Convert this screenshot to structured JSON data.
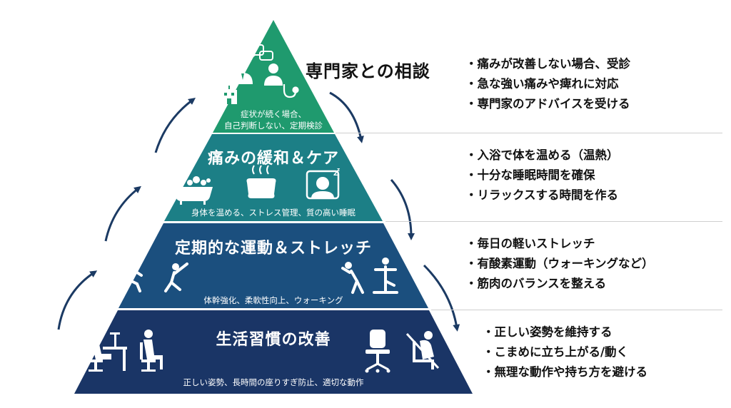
{
  "levels": [
    {
      "id": "consult",
      "title": "専門家との相談",
      "subtitle_lines": [
        "症状が続く場合、",
        "自己判断しない、定期検診"
      ],
      "bullets": [
        "痛みが改善しない場合、受診",
        "急な強い痛みや痺れに対応",
        "専門家のアドバイスを受ける"
      ],
      "color": "#1f9a6e"
    },
    {
      "id": "relief",
      "title": "痛みの緩和＆ケア",
      "subtitle": "身体を温める、ストレス管理、質の高い睡眠",
      "bullets": [
        "入浴で体を温める（温熱）",
        "十分な睡眠時間を確保",
        "リラックスする時間を作る"
      ],
      "color": "#1c7f86"
    },
    {
      "id": "exercise",
      "title": "定期的な運動＆ストレッチ",
      "subtitle": "体幹強化、柔軟性向上、ウォーキング",
      "bullets": [
        "毎日の軽いストレッチ",
        "有酸素運動（ウォーキングなど）",
        "筋肉のバランスを整える"
      ],
      "color": "#1b4f7e"
    },
    {
      "id": "habits",
      "title": "生活習慣の改善",
      "subtitle": "正しい姿勢、長時間の座りすぎ防止、適切な動作",
      "bullets": [
        "正しい姿勢を維持する",
        "こまめに立ち上がる/動く",
        "無理な動作や持ち方を避ける"
      ],
      "color": "#1a3566"
    }
  ],
  "arrow_color": "#1b3a63",
  "icons": {
    "consult": [
      "chat-bubbles-icon",
      "doctor-icon",
      "patient-icon",
      "hospital-icon",
      "stethoscope-icon"
    ],
    "relief": [
      "bathtub-icon",
      "heat-pack-icon",
      "sleeping-person-icon"
    ],
    "exercise": [
      "running-person-icon",
      "stretching-person-icon",
      "side-stretch-person-icon",
      "balance-person-icon"
    ],
    "habits": [
      "desk-worker-icon",
      "sitting-person-icon",
      "office-chair-icon",
      "no-slouching-icon"
    ]
  }
}
